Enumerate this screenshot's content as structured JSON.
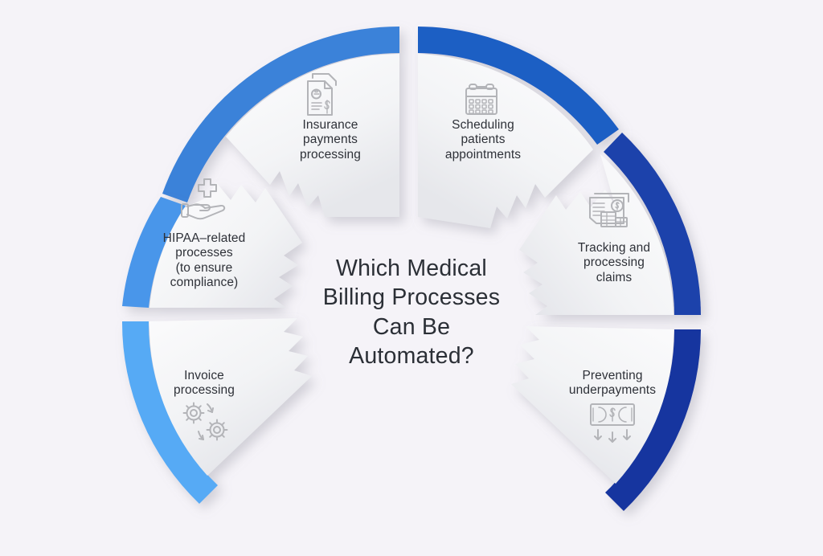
{
  "background_color": "#f5f3f8",
  "center": {
    "title": "Which Medical\nBilling Processes\nCan Be\nAutomated?",
    "text_color": "#2b2f36"
  },
  "colors": {
    "arc_top_left": "#3b82d9",
    "arc_top_right": "#1f5fc4",
    "arc_mid_left": "#4a96ea",
    "arc_mid_right": "#1a43ab",
    "arc_bottom_left": "#57aaf5",
    "arc_bottom_right": "#12359f",
    "panel_light": "#fcfcfd",
    "panel_shade": "#e9eaee",
    "icon_stroke": "#b3b4b8",
    "label_text": "#2e3138"
  },
  "segments": [
    {
      "id": "insurance-payments-processing",
      "label": "Insurance\npayments\nprocessing",
      "icon": "insurance-document-icon",
      "arc_color": "#3b82d9",
      "position": "top-left"
    },
    {
      "id": "scheduling-patients-appointments",
      "label": "Scheduling\npatients\nappointments",
      "icon": "calendar-icon",
      "arc_color": "#1f5fc4",
      "position": "top-right"
    },
    {
      "id": "hipaa-related-processes",
      "label": "HIPAA–related\nprocesses\n(to ensure\ncompliance)",
      "icon": "hand-medical-cross-icon",
      "arc_color": "#4a96ea",
      "position": "mid-left"
    },
    {
      "id": "tracking-and-processing-claims",
      "label": "Tracking and\nprocessing\nclaims",
      "icon": "claims-documents-icon",
      "arc_color": "#1a43ab",
      "position": "mid-right"
    },
    {
      "id": "invoice-processing",
      "label": "Invoice\nprocessing",
      "icon": "gears-cycle-icon",
      "arc_color": "#57aaf5",
      "position": "bottom-left"
    },
    {
      "id": "preventing-underpayments",
      "label": "Preventing\nunderpayments",
      "icon": "banknote-down-arrows-icon",
      "arc_color": "#12359f",
      "position": "bottom-right"
    }
  ]
}
